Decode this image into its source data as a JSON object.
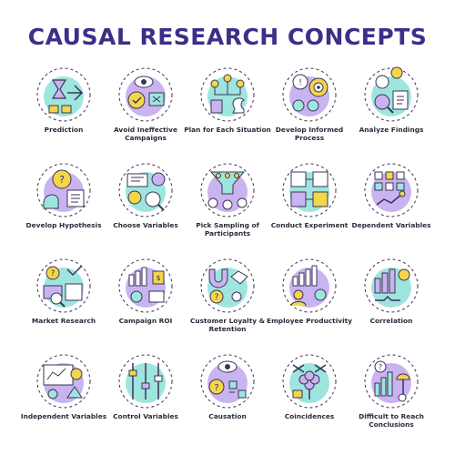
{
  "header": {
    "title": "CAUSAL RESEARCH CONCEPTS"
  },
  "palette": {
    "outline": "#3b3356",
    "purple": "#c9b3f0",
    "teal": "#9fe5df",
    "yellow": "#f4d64a",
    "dark": "#3d2f86"
  },
  "concepts": [
    {
      "label": "Prediction",
      "icon": "prediction-icon"
    },
    {
      "label": "Avoid Ineffective Campaigns",
      "icon": "avoid-campaigns-icon"
    },
    {
      "label": "Plan for Each Situation",
      "icon": "plan-situation-icon"
    },
    {
      "label": "Develop Informed Process",
      "icon": "informed-process-icon"
    },
    {
      "label": "Analyze Findings",
      "icon": "analyze-findings-icon"
    },
    {
      "label": "Develop Hypothesis",
      "icon": "hypothesis-icon"
    },
    {
      "label": "Choose Variables",
      "icon": "choose-variables-icon"
    },
    {
      "label": "Pick Sampling of Participants",
      "icon": "sampling-icon"
    },
    {
      "label": "Conduct Experiment",
      "icon": "experiment-icon"
    },
    {
      "label": "Dependent Variables",
      "icon": "dependent-variables-icon"
    },
    {
      "label": "Market Research",
      "icon": "market-research-icon"
    },
    {
      "label": "Campaign ROI",
      "icon": "campaign-roi-icon"
    },
    {
      "label": "Customer Loyalty & Retention",
      "icon": "loyalty-icon"
    },
    {
      "label": "Employee Productivity",
      "icon": "productivity-icon"
    },
    {
      "label": "Correlation",
      "icon": "correlation-icon"
    },
    {
      "label": "Independent Variables",
      "icon": "independent-variables-icon"
    },
    {
      "label": "Control Variables",
      "icon": "control-variables-icon"
    },
    {
      "label": "Causation",
      "icon": "causation-icon"
    },
    {
      "label": "Coincidences",
      "icon": "coincidences-icon"
    },
    {
      "label": "Difficult to Reach Conclusions",
      "icon": "difficult-conclusions-icon"
    }
  ]
}
